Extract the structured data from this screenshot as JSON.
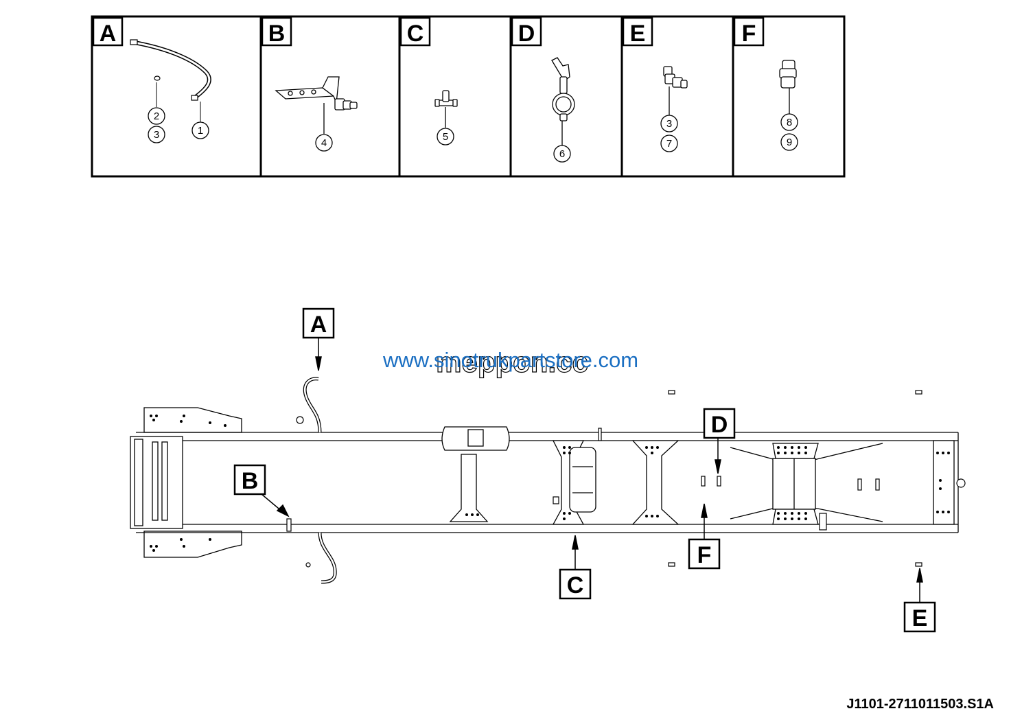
{
  "detail_panels": [
    {
      "letter": "A",
      "items": [
        "2",
        "3",
        "1"
      ]
    },
    {
      "letter": "B",
      "items": [
        "4"
      ]
    },
    {
      "letter": "C",
      "items": [
        "5"
      ]
    },
    {
      "letter": "D",
      "items": [
        "6"
      ]
    },
    {
      "letter": "E",
      "items": [
        "3",
        "7"
      ]
    },
    {
      "letter": "F",
      "items": [
        "8",
        "9"
      ]
    }
  ],
  "callouts": {
    "A": "A",
    "B": "B",
    "C": "C",
    "D": "D",
    "E": "E",
    "F": "F"
  },
  "watermarks": {
    "url": "www.sinotrukpartstore.com",
    "brand": "meppon.cc"
  },
  "drawing_code": "J1101-2711011503.S1A"
}
